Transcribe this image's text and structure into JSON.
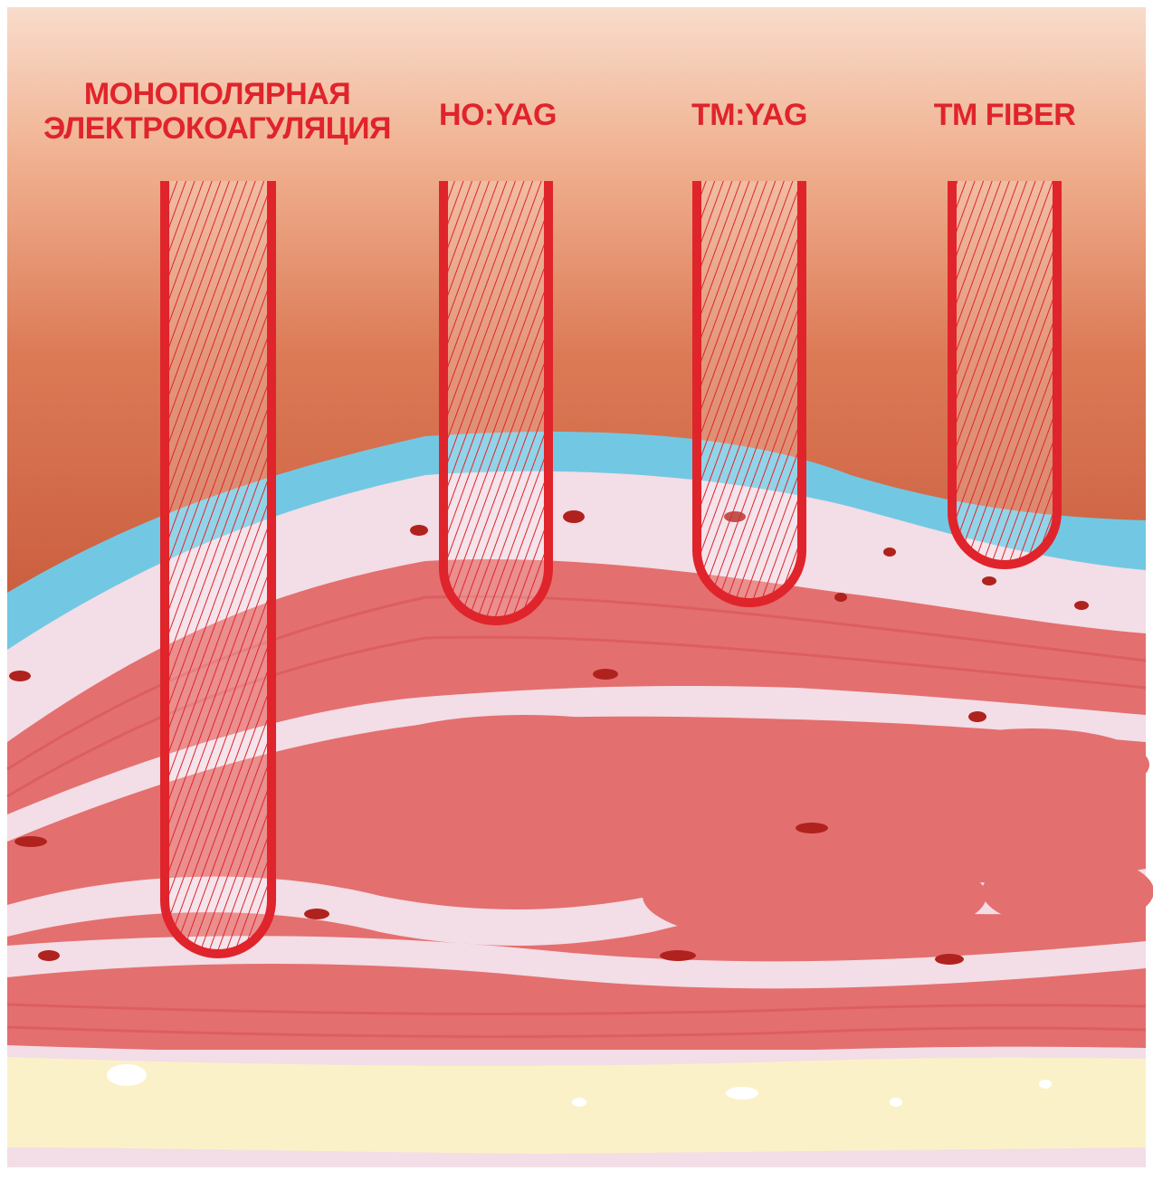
{
  "labels": {
    "monopolar_line1": "МОНОПОЛЯРНАЯ",
    "monopolar_line2": "ЭЛЕКТРОКОАГУЛЯЦИЯ",
    "ho_yag": "HO:YAG",
    "tm_yag": "TM:YAG",
    "tm_fiber": "TM FIBER"
  },
  "colors": {
    "probe_red": "#e0242b",
    "label_red": "#e0242b",
    "muscle": "#e46f6f",
    "connective": "#f3dde6",
    "mucosa_blue": "#72c8e3",
    "fat": "#fbf1c8",
    "vessel": "#b0221d"
  }
}
